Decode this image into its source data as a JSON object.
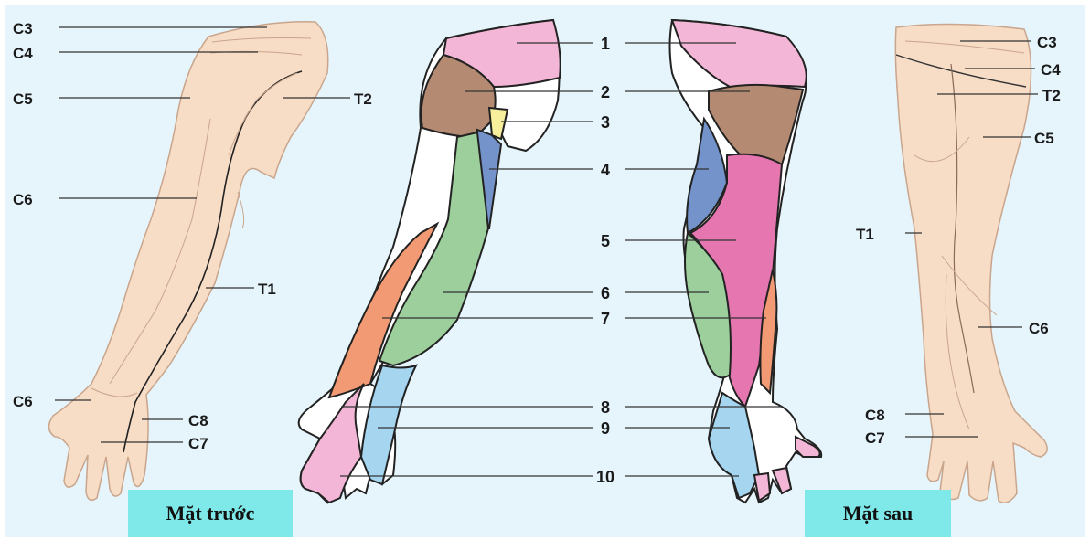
{
  "front_labels": [
    "C3",
    "C4",
    "C5",
    "C6",
    "C6",
    "C8",
    "C7",
    "T2",
    "T1"
  ],
  "back_labels": [
    "C3",
    "C4",
    "T2",
    "C5",
    "T1",
    "C6",
    "C8",
    "C7"
  ],
  "numbers": [
    "1",
    "2",
    "3",
    "4",
    "5",
    "6",
    "7",
    "8",
    "9",
    "10"
  ],
  "captions": {
    "front": "Mặt trước",
    "back": "Mặt sau"
  },
  "colors": {
    "background": "#e6f5fc",
    "skin": "#f7dcc6",
    "outline_skin": "#b38b73",
    "region_1": "#f3b6d6",
    "region_2": "#b48b72",
    "region_3": "#f7ef9c",
    "region_4": "#7593cb",
    "region_5": "#e676b0",
    "region_6": "#9ccf9c",
    "region_7": "#f19a74",
    "region_8": "#f3b6d6",
    "region_9": "#a6d6ef",
    "caption_bg": "#7fe9e9"
  }
}
